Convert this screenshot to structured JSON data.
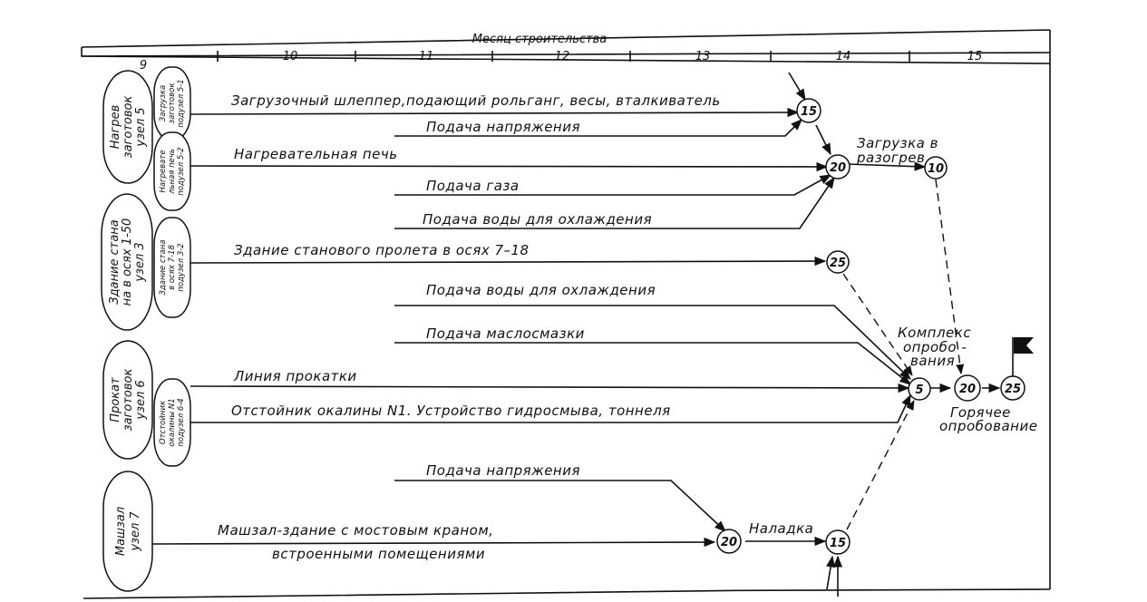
{
  "header": {
    "title": "Месяц строительства",
    "months": [
      "9",
      "10",
      "11",
      "12",
      "13",
      "14",
      "15"
    ]
  },
  "groups": [
    {
      "label_lines": [
        "Нагрев",
        "заготовок",
        "узел 5"
      ]
    },
    {
      "label_lines": [
        "Здание стана",
        "на в осях 1-50",
        "узел 3"
      ]
    },
    {
      "label_lines": [
        "Прокат",
        "заготовок",
        "узел 6"
      ]
    },
    {
      "label_lines": [
        "Машзал",
        "узел 7"
      ]
    }
  ],
  "subnodes": [
    {
      "label_lines": [
        "Загрузка",
        "заготовок",
        "подузел 5-1"
      ]
    },
    {
      "label_lines": [
        "Нагревате",
        "льная печь",
        "подузел 5-2"
      ]
    },
    {
      "label_lines": [
        "Здание стана",
        "в осях 7-18",
        "подузел 3-2"
      ]
    },
    {
      "label_lines": [
        "Отстойник",
        "окалины N1",
        "подузел 6-4"
      ]
    }
  ],
  "activities": {
    "a1": "Загрузочный шлеппер,подающий рольганг, весы, вталкиватель",
    "a2": "Подача напряжения",
    "a3": "Нагревательная печь",
    "a4": "Подача газа",
    "a5": "Подача воды для охлаждения",
    "a6": "Здание станового пролета в осях 7–18",
    "a7": "Подача воды для охлаждения",
    "a8": "Подача маслосмазки",
    "a9": "Линия прокатки",
    "a10": "Отстойник окалины N1. Устройство гидросмыва, тоннеля",
    "a11": "Подача напряжения",
    "a12a": "Машзал-здание с мостовым краном,",
    "a12b": "встроенными помещениями",
    "a13": "Наладка",
    "a14a": "Загрузка в",
    "a14b": "разогрев"
  },
  "nodes": {
    "n15a": "15",
    "n20a": "20",
    "n10": "10",
    "n25a": "25",
    "n5": "5",
    "n20b": "20",
    "n25b": "25",
    "n20c": "20",
    "n15b": "15"
  },
  "notes": {
    "complex_1": "Комплекс",
    "complex_2": "опробо -",
    "complex_3": "вания",
    "hot_1": "Горячее",
    "hot_2": "опробование"
  },
  "icons": {
    "finish": "flag-icon"
  }
}
